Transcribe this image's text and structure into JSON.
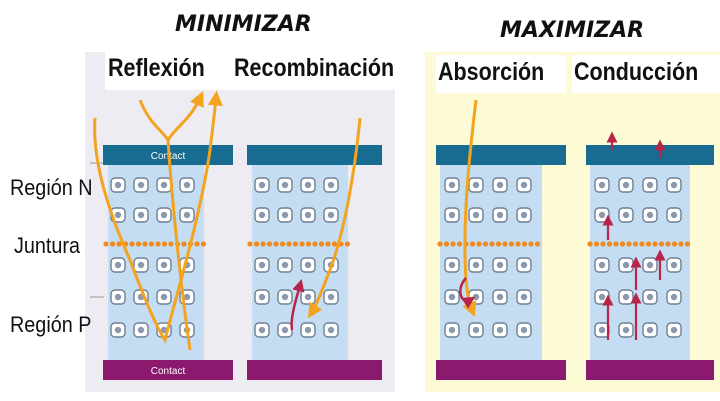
{
  "headers": {
    "minimize_title": "MINIMIZAR",
    "maximize_title": "MAXIMIZAR"
  },
  "mechanisms": {
    "reflection": "Reflexión",
    "recombination": "Recombinación",
    "absorption": "Absorción",
    "conduction": "Conducción"
  },
  "regions": {
    "n_region": "Región N",
    "junction": "Juntura",
    "p_region": "Región P"
  },
  "contacts": {
    "top": "Contact",
    "bottom": "Contact"
  },
  "colors": {
    "minimize_panel_bg": "#ececf2",
    "maximize_panel_bg": "#fdfbd6",
    "semiconductor": "#c4ddf3",
    "top_contact": "#186c92",
    "bottom_contact": "#8b1a6e",
    "junction_dots": "#f08a1e",
    "photon_arrow": "#f3a31d",
    "carrier_arrow": "#b8244a"
  }
}
